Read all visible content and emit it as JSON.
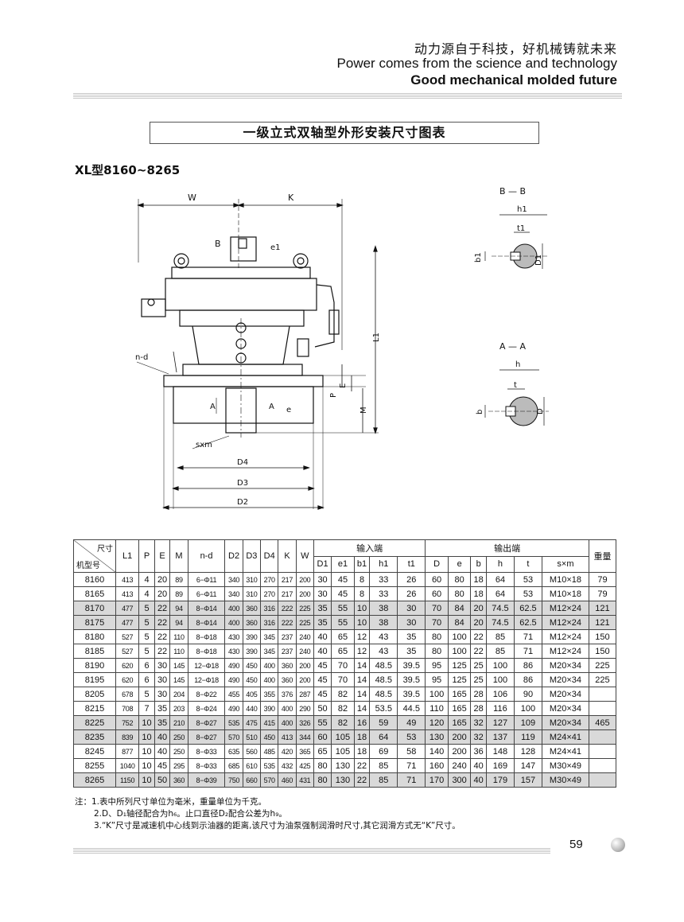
{
  "header": {
    "slogan_zh": "动力源自于科技，好机械铸就未来",
    "slogan_en1": "Power comes from the science and technology",
    "slogan_en2": "Good mechanical molded future"
  },
  "title": "一级立式双轴型外形安装尺寸图表",
  "model_range": "XL型8160~8265",
  "drawing_labels": {
    "W": "W",
    "K": "K",
    "B": "B",
    "e1": "e1",
    "L1": "L1",
    "nd": "n-d",
    "P": "P",
    "E": "E",
    "M": "M",
    "A": "A",
    "e": "e",
    "sxm": "sxm",
    "D4": "D4",
    "D3": "D3",
    "D2": "D2",
    "bb_title": "B — B",
    "h1": "h1",
    "t1": "t1",
    "b1": "b1",
    "D1": "D1",
    "aa_title": "A — A",
    "h": "h",
    "t": "t",
    "b": "b",
    "D": "D"
  },
  "table": {
    "corner_top": "尺寸",
    "corner_bottom": "机型号",
    "headers": [
      "L1",
      "P",
      "E",
      "M",
      "n-d",
      "D2",
      "D3",
      "D4",
      "K",
      "W"
    ],
    "input_group": "输入端",
    "input_cols": [
      "D1",
      "e1",
      "b1",
      "h1",
      "t1"
    ],
    "output_group": "输出端",
    "output_cols": [
      "D",
      "e",
      "b",
      "h",
      "t",
      "s×m"
    ],
    "weight": "重量",
    "rows": [
      [
        "8160",
        "413",
        "4",
        "20",
        "89",
        "6−Φ11",
        "340",
        "310",
        "270",
        "217",
        "200",
        "30",
        "45",
        "8",
        "33",
        "26",
        "60",
        "80",
        "18",
        "64",
        "53",
        "M10×18",
        "79"
      ],
      [
        "8165",
        "413",
        "4",
        "20",
        "89",
        "6−Φ11",
        "340",
        "310",
        "270",
        "217",
        "200",
        "30",
        "45",
        "8",
        "33",
        "26",
        "60",
        "80",
        "18",
        "64",
        "53",
        "M10×18",
        "79"
      ],
      [
        "8170",
        "477",
        "5",
        "22",
        "94",
        "8−Φ14",
        "400",
        "360",
        "316",
        "222",
        "225",
        "35",
        "55",
        "10",
        "38",
        "30",
        "70",
        "84",
        "20",
        "74.5",
        "62.5",
        "M12×24",
        "121"
      ],
      [
        "8175",
        "477",
        "5",
        "22",
        "94",
        "8−Φ14",
        "400",
        "360",
        "316",
        "222",
        "225",
        "35",
        "55",
        "10",
        "38",
        "30",
        "70",
        "84",
        "20",
        "74.5",
        "62.5",
        "M12×24",
        "121"
      ],
      [
        "8180",
        "527",
        "5",
        "22",
        "110",
        "8−Φ18",
        "430",
        "390",
        "345",
        "237",
        "240",
        "40",
        "65",
        "12",
        "43",
        "35",
        "80",
        "100",
        "22",
        "85",
        "71",
        "M12×24",
        "150"
      ],
      [
        "8185",
        "527",
        "5",
        "22",
        "110",
        "8−Φ18",
        "430",
        "390",
        "345",
        "237",
        "240",
        "40",
        "65",
        "12",
        "43",
        "35",
        "80",
        "100",
        "22",
        "85",
        "71",
        "M12×24",
        "150"
      ],
      [
        "8190",
        "620",
        "6",
        "30",
        "145",
        "12−Φ18",
        "490",
        "450",
        "400",
        "360",
        "200",
        "45",
        "70",
        "14",
        "48.5",
        "39.5",
        "95",
        "125",
        "25",
        "100",
        "86",
        "M20×34",
        "225"
      ],
      [
        "8195",
        "620",
        "6",
        "30",
        "145",
        "12−Φ18",
        "490",
        "450",
        "400",
        "360",
        "200",
        "45",
        "70",
        "14",
        "48.5",
        "39.5",
        "95",
        "125",
        "25",
        "100",
        "86",
        "M20×34",
        "225"
      ],
      [
        "8205",
        "678",
        "5",
        "30",
        "204",
        "8−Φ22",
        "455",
        "405",
        "355",
        "376",
        "287",
        "45",
        "82",
        "14",
        "48.5",
        "39.5",
        "100",
        "165",
        "28",
        "106",
        "90",
        "M20×34",
        ""
      ],
      [
        "8215",
        "708",
        "7",
        "35",
        "203",
        "8−Φ24",
        "490",
        "440",
        "390",
        "400",
        "290",
        "50",
        "82",
        "14",
        "53.5",
        "44.5",
        "110",
        "165",
        "28",
        "116",
        "100",
        "M20×34",
        ""
      ],
      [
        "8225",
        "752",
        "10",
        "35",
        "210",
        "8−Φ27",
        "535",
        "475",
        "415",
        "400",
        "326",
        "55",
        "82",
        "16",
        "59",
        "49",
        "120",
        "165",
        "32",
        "127",
        "109",
        "M20×34",
        "465"
      ],
      [
        "8235",
        "839",
        "10",
        "40",
        "250",
        "8−Φ27",
        "570",
        "510",
        "450",
        "413",
        "344",
        "60",
        "105",
        "18",
        "64",
        "53",
        "130",
        "200",
        "32",
        "137",
        "119",
        "M24×41",
        ""
      ],
      [
        "8245",
        "877",
        "10",
        "40",
        "250",
        "8−Φ33",
        "635",
        "560",
        "485",
        "420",
        "365",
        "65",
        "105",
        "18",
        "69",
        "58",
        "140",
        "200",
        "36",
        "148",
        "128",
        "M24×41",
        ""
      ],
      [
        "8255",
        "1040",
        "10",
        "45",
        "295",
        "8−Φ33",
        "685",
        "610",
        "535",
        "432",
        "425",
        "80",
        "130",
        "22",
        "85",
        "71",
        "160",
        "240",
        "40",
        "169",
        "147",
        "M30×49",
        ""
      ],
      [
        "8265",
        "1150",
        "10",
        "50",
        "360",
        "8−Φ39",
        "750",
        "660",
        "570",
        "460",
        "431",
        "80",
        "130",
        "22",
        "85",
        "71",
        "170",
        "300",
        "40",
        "179",
        "157",
        "M30×49",
        ""
      ]
    ],
    "shaded_rows": [
      2,
      3,
      10,
      11,
      14
    ]
  },
  "notes": [
    "注：1.表中所列尺寸单位为毫米，重量单位为千克。",
    "2.D、D₁轴径配合为h₆。止口直径D₂配合公差为h₉。",
    "3.“K”尺寸是减速机中心线到示油器的距离,该尺寸为油泵强制润滑时尺寸,其它润滑方式无“K”尺寸。"
  ],
  "page_number": "59"
}
